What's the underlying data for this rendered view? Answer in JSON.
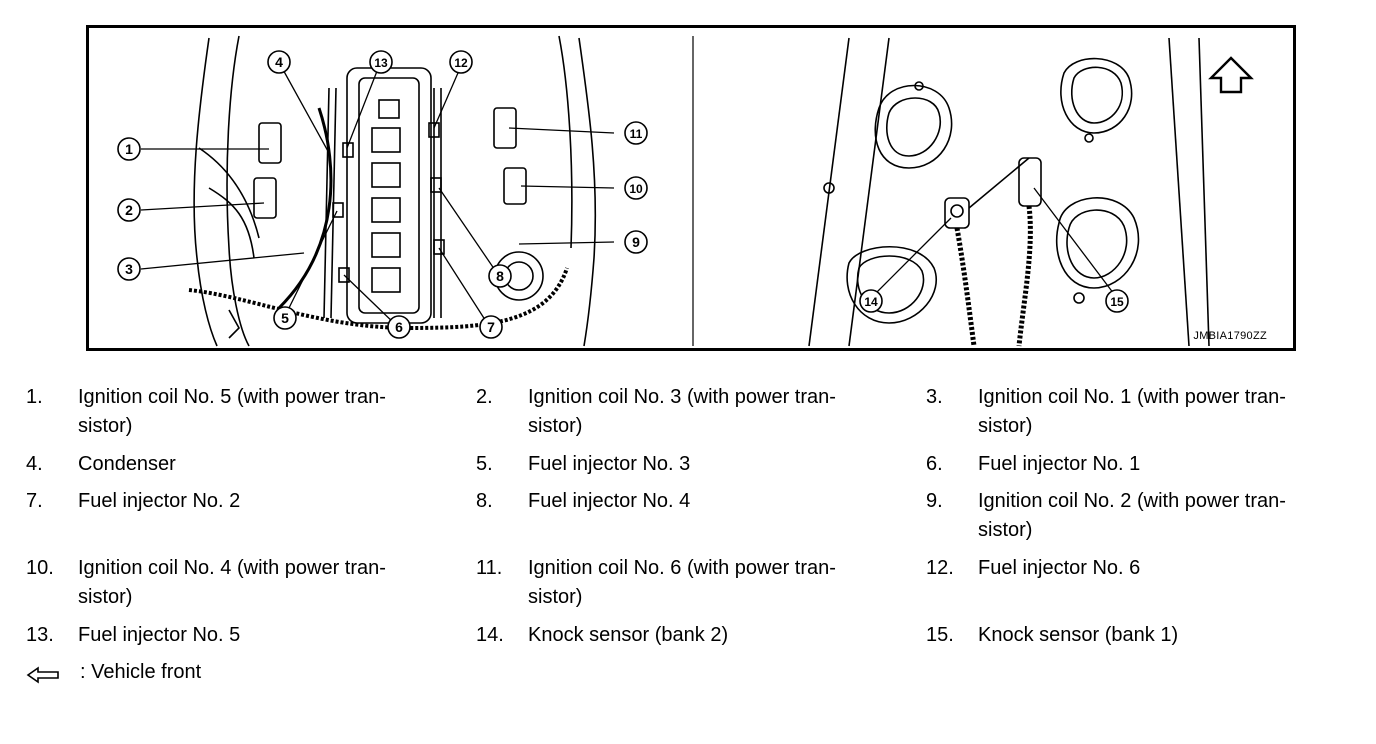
{
  "figure": {
    "code": "JMBIA1790ZZ"
  },
  "legend": [
    {
      "num": "1.",
      "text": "Ignition coil No. 5 (with power tran-\nsistor)"
    },
    {
      "num": "2.",
      "text": "Ignition coil No. 3 (with power tran-\nsistor)"
    },
    {
      "num": "3.",
      "text": "Ignition coil No. 1 (with power tran-\nsistor)"
    },
    {
      "num": "4.",
      "text": "Condenser"
    },
    {
      "num": "5.",
      "text": "Fuel injector No. 3"
    },
    {
      "num": "6.",
      "text": "Fuel injector No. 1"
    },
    {
      "num": "7.",
      "text": "Fuel injector No. 2"
    },
    {
      "num": "8.",
      "text": "Fuel injector No. 4"
    },
    {
      "num": "9.",
      "text": "Ignition coil No. 2 (with power tran-\nsistor)"
    },
    {
      "num": "10.",
      "text": "Ignition coil No. 4 (with power tran-\nsistor)"
    },
    {
      "num": "11.",
      "text": "Ignition coil No. 6 (with power tran-\nsistor)"
    },
    {
      "num": "12.",
      "text": "Fuel injector No. 6"
    },
    {
      "num": "13.",
      "text": "Fuel injector No. 5"
    },
    {
      "num": "14.",
      "text": "Knock sensor (bank 2)"
    },
    {
      "num": "15.",
      "text": "Knock sensor (bank 1)"
    }
  ],
  "vehicle_front": {
    "icon": "arrow-outline-icon",
    "label": ": Vehicle front"
  },
  "callouts": [
    "1",
    "2",
    "3",
    "4",
    "5",
    "6",
    "7",
    "8",
    "9",
    "10",
    "11",
    "12",
    "13",
    "14",
    "15"
  ]
}
